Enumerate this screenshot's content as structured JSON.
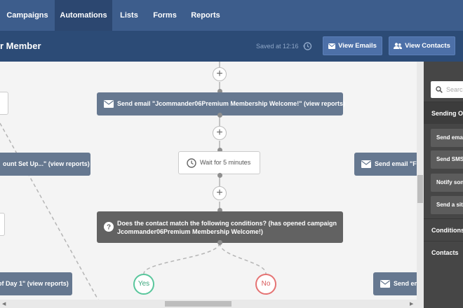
{
  "nav": {
    "tabs": [
      {
        "label": "Campaigns"
      },
      {
        "label": "Automations"
      },
      {
        "label": "Lists"
      },
      {
        "label": "Forms"
      },
      {
        "label": "Reports"
      }
    ],
    "active": "Automations"
  },
  "header": {
    "title": "r Member",
    "saved": "Saved at 12:16",
    "view_emails": "View Emails",
    "view_contacts": "View Contacts"
  },
  "workflow": {
    "center_email": "Send email \"Jcommander06Premium Membership Welcome!\" (view reports)",
    "wait": "Wait for 5 minutes",
    "condition_line1": "Does the contact match the following conditions? (has opened campaign",
    "condition_line2": "Jcommander06Premium Membership Welcome!)",
    "yes_label": "Yes",
    "no_label": "No",
    "left_email_1": "ount Set Up...\" (view reports)",
    "left_email_2": "of Day 1\" (view reports)",
    "right_email_1": "Send email \"Fiv",
    "right_email_2": "Send em",
    "plus_symbol": "+"
  },
  "sidebar": {
    "search_placeholder": "Search",
    "sections": {
      "sending": "Sending Op",
      "conditions": "Conditions",
      "contacts": "Contacts"
    },
    "options": [
      {
        "label": "Send ema"
      },
      {
        "label": "Send SMS"
      },
      {
        "label": "Notify son"
      },
      {
        "label": "Send a sita"
      }
    ]
  },
  "colors": {
    "nav_bg": "#3d5d8c",
    "header_bg": "#2c4b76",
    "email_node": "#667890",
    "condition_node": "#626262",
    "yes": "#59c69c",
    "no": "#e57373",
    "sidebar_bg": "#464646"
  }
}
